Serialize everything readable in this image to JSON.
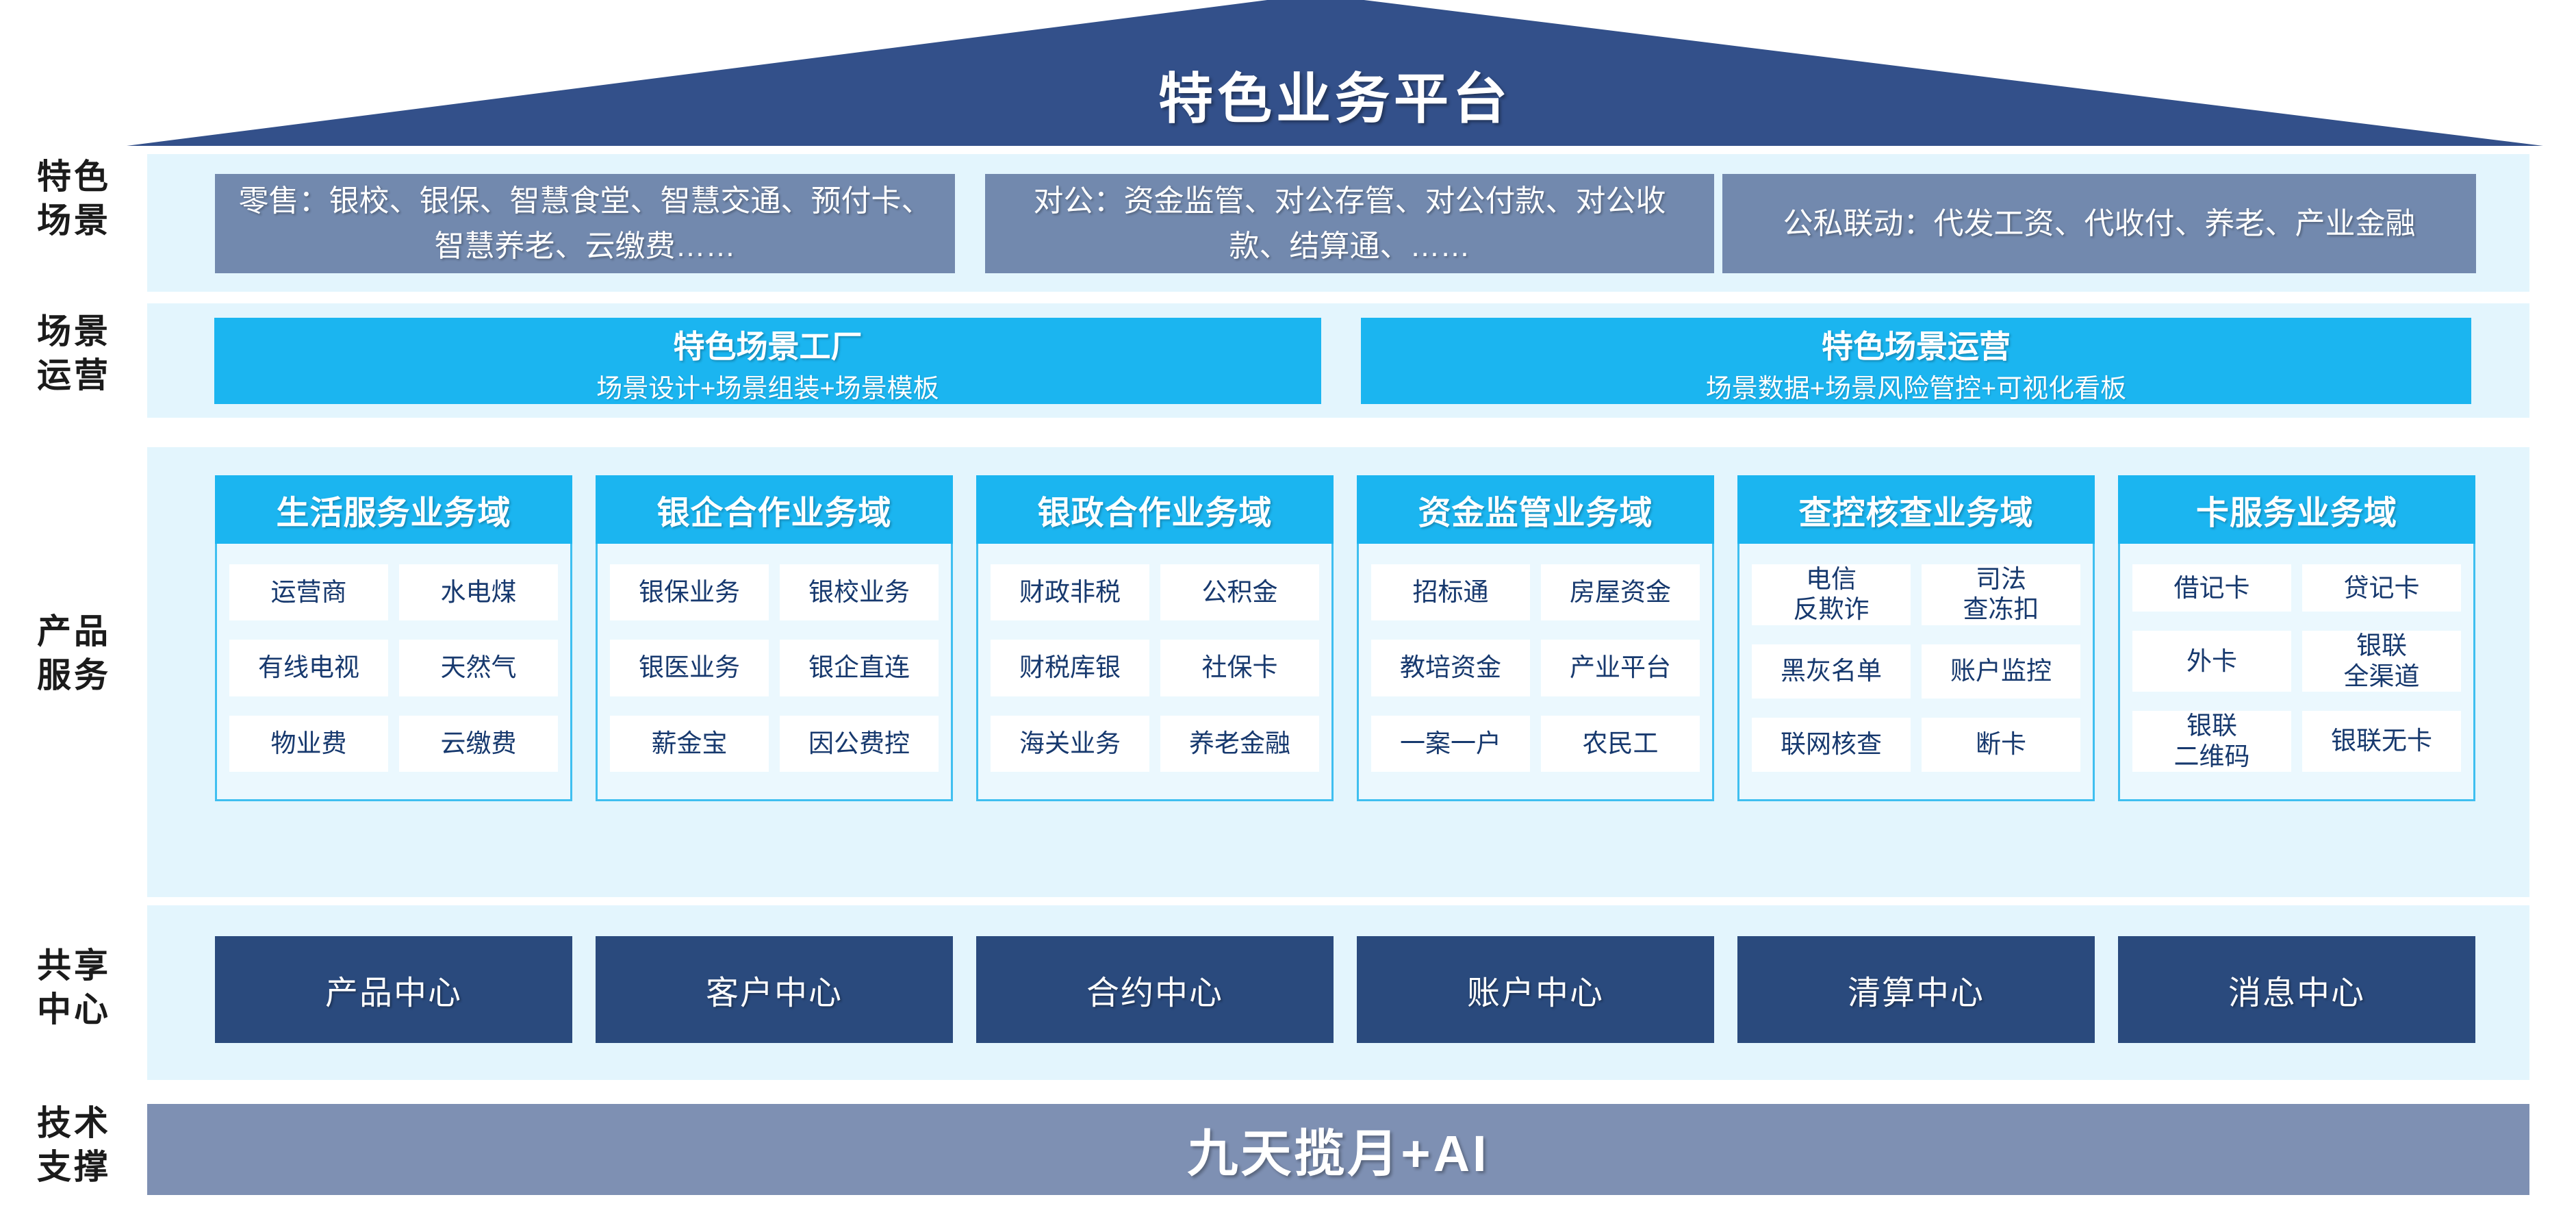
{
  "colors": {
    "roof_navy": "#33508A",
    "band_light_blue": "#E3F5FD",
    "scenario_box_gray_blue": "#7289AE",
    "accent_cyan": "#1BB5F0",
    "domain_body_bg": "#EBF8FE",
    "domain_border_cyan": "#3FBFF0",
    "cell_text_navy": "#17396E",
    "center_box_navy": "#2A4A7D",
    "tech_bar_slate_blue": "#7E90B3"
  },
  "roof": {
    "title": "特色业务平台"
  },
  "scenarios": {
    "label": "特色\n场景",
    "boxes": [
      "零售：银校、银保、智慧食堂、智慧交通、预付卡、智慧养老、云缴费……",
      "对公：资金监管、对公存管、对公付款、对公收款、结算通、……",
      "公私联动：代发工资、代收付、养老、产业金融"
    ]
  },
  "operations": {
    "label": "场景\n运营",
    "boxes": [
      {
        "title": "特色场景工厂",
        "subtitle": "场景设计+场景组装+场景模板"
      },
      {
        "title": "特色场景运营",
        "subtitle": "场景数据+场景风险管控+可视化看板"
      }
    ]
  },
  "products": {
    "label": "产品\n服务",
    "domains": [
      {
        "title": "生活服务业务域",
        "cells": [
          "运营商",
          "水电煤",
          "有线电视",
          "天然气",
          "物业费",
          "云缴费"
        ]
      },
      {
        "title": "银企合作业务域",
        "cells": [
          "银保业务",
          "银校业务",
          "银医业务",
          "银企直连",
          "薪金宝",
          "因公费控"
        ]
      },
      {
        "title": "银政合作业务域",
        "cells": [
          "财政非税",
          "公积金",
          "财税库银",
          "社保卡",
          "海关业务",
          "养老金融"
        ]
      },
      {
        "title": "资金监管业务域",
        "cells": [
          "招标通",
          "房屋资金",
          "教培资金",
          "产业平台",
          "一案一户",
          "农民工"
        ]
      },
      {
        "title": "查控核查业务域",
        "cells": [
          "电信\n反欺诈",
          "司法\n查冻扣",
          "黑灰名单",
          "账户监控",
          "联网核查",
          "断卡"
        ]
      },
      {
        "title": "卡服务业务域",
        "cells": [
          "借记卡",
          "贷记卡",
          "外卡",
          "银联\n全渠道",
          "银联\n二维码",
          "银联无卡"
        ]
      }
    ]
  },
  "centers": {
    "label": "共享\n中心",
    "items": [
      "产品中心",
      "客户中心",
      "合约中心",
      "账户中心",
      "清算中心",
      "消息中心"
    ]
  },
  "tech": {
    "label": "技术\n支撑",
    "title": "九天揽月+AI"
  }
}
